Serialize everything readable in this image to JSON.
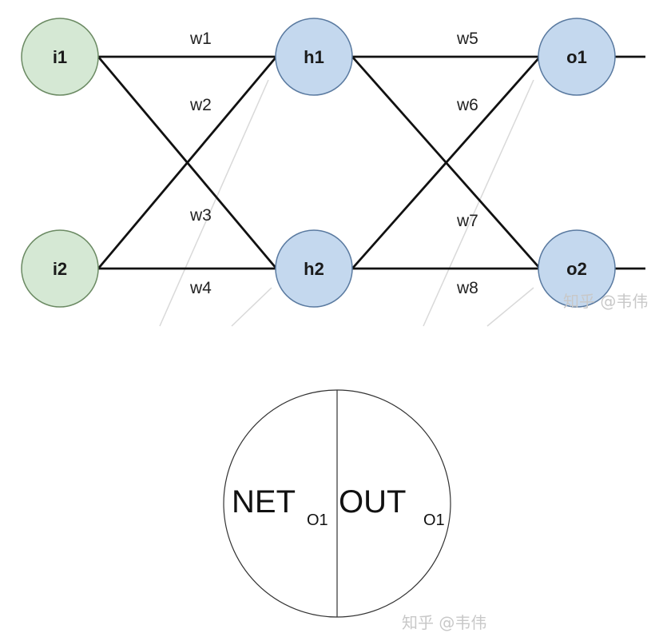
{
  "network": {
    "inputs": {
      "i1": "i1",
      "i2": "i2"
    },
    "hidden": {
      "h1": "h1",
      "h2": "h2"
    },
    "outputs": {
      "o1": "o1",
      "o2": "o2"
    },
    "weights": {
      "w1": "w1",
      "w2": "w2",
      "w3": "w3",
      "w4": "w4",
      "w5": "w5",
      "w6": "w6",
      "w7": "w7",
      "w8": "w8"
    },
    "colors": {
      "input_fill": "#d5e8d4",
      "input_stroke": "#6b8a63",
      "hidden_fill": "#c4d8ee",
      "hidden_stroke": "#5a7aa0",
      "edge": "#111111",
      "faint": "#d9d9d9"
    }
  },
  "neuron": {
    "net": "NET",
    "net_sub": "O1",
    "out": "OUT",
    "out_sub": "O1"
  },
  "watermark": {
    "top": "知乎 @韦伟",
    "bottom": "知乎 @韦伟"
  }
}
